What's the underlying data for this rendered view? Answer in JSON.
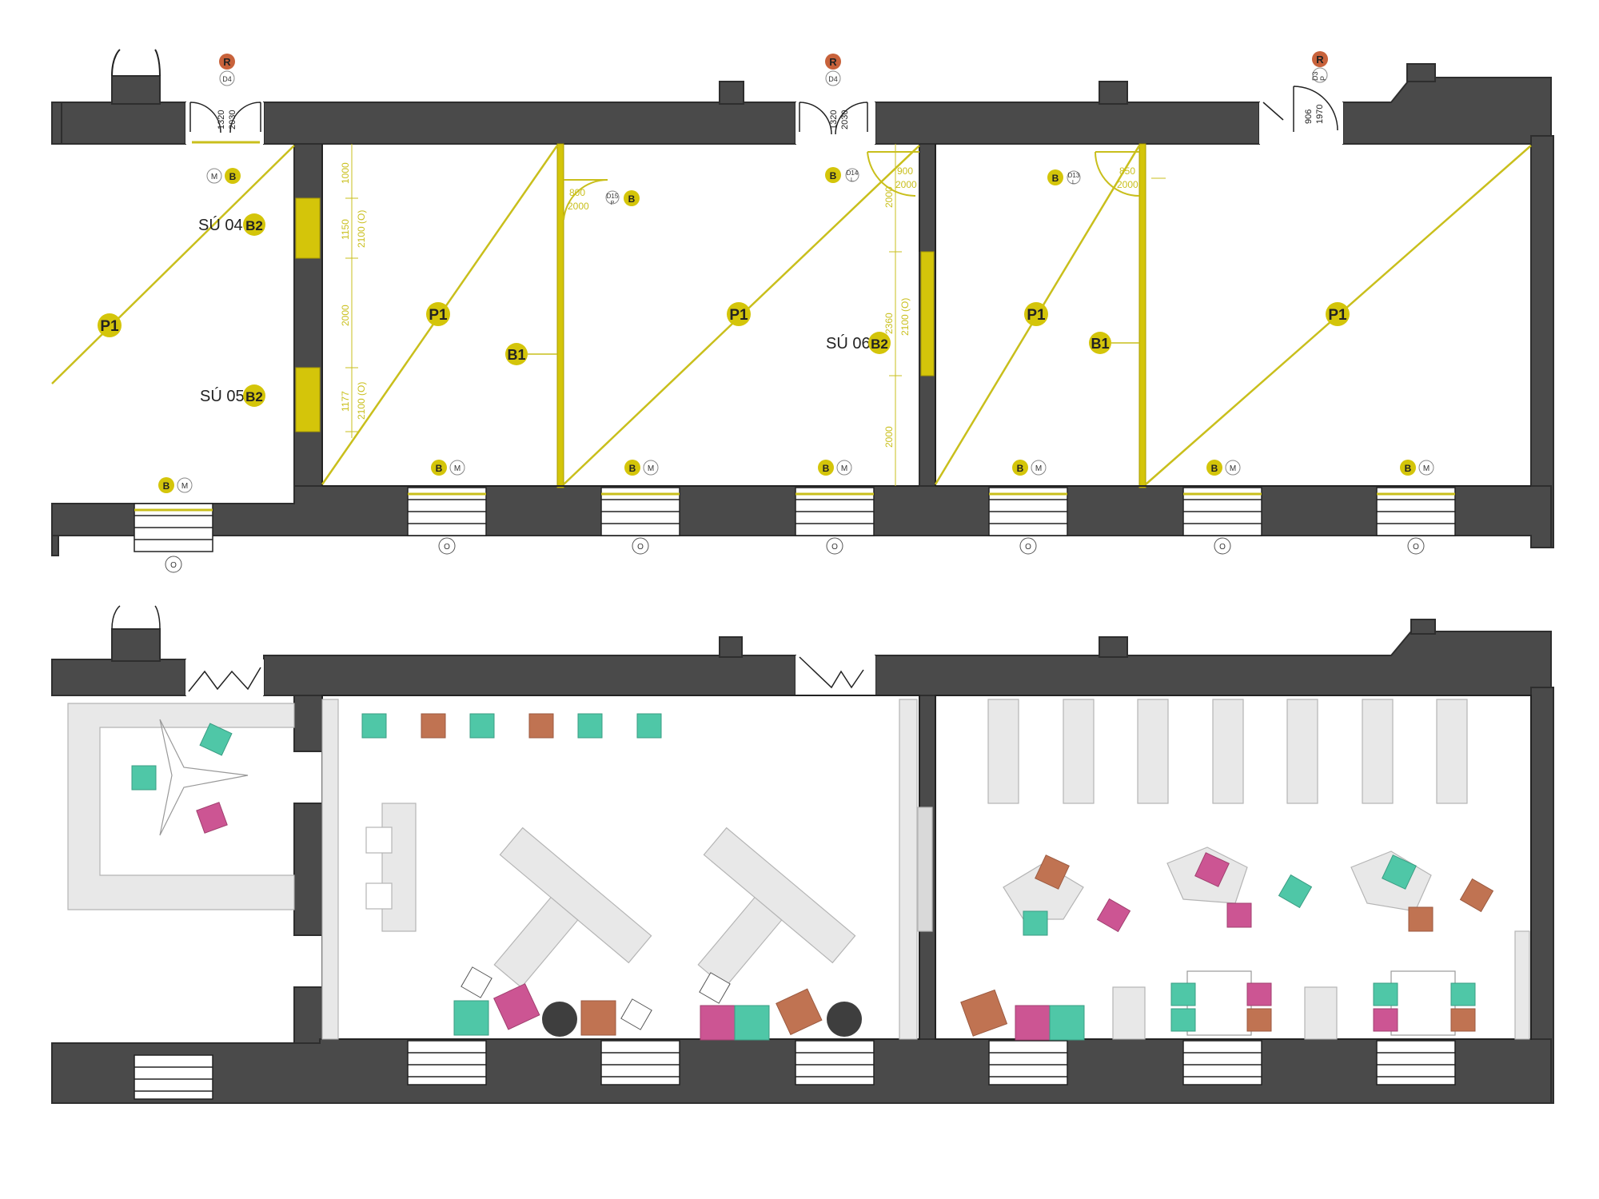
{
  "colors": {
    "wall": "#4a4a4a",
    "wall_edge": "#2e2e2e",
    "yellow": "#d4c50a",
    "yellow_line": "#c9bf1c",
    "orange": "#c8623b",
    "mint": "#4fc7a7",
    "teal": "#5cc6b0",
    "magenta": "#cc5593",
    "rust": "#c07352",
    "furniture": "#e8e8e8",
    "furniture_edge": "#b5b5b5"
  },
  "top_plan": {
    "tags": {
      "p1": "P1",
      "b1": "B1",
      "b2": "B2",
      "b": "B",
      "m": "M",
      "r": "R",
      "o": "O",
      "l": "L",
      "p": "P"
    },
    "labels": {
      "su04": "SÚ 04",
      "su05": "SÚ 05",
      "su06": "SÚ 06"
    },
    "door_codes": {
      "d4": "D4",
      "d3": "D3",
      "d13": "D13",
      "d14": "D14",
      "d15": "D15"
    },
    "dimensions": {
      "d1000": "1000",
      "d1150": "1150",
      "d2100o": "2100 (O)",
      "d2000": "2000",
      "d1177": "1177",
      "d2360": "2360",
      "d800": "800",
      "d900": "900",
      "d850": "850",
      "d1320": "1320",
      "d2030": "2030",
      "d906": "906",
      "d1970": "1970"
    }
  }
}
